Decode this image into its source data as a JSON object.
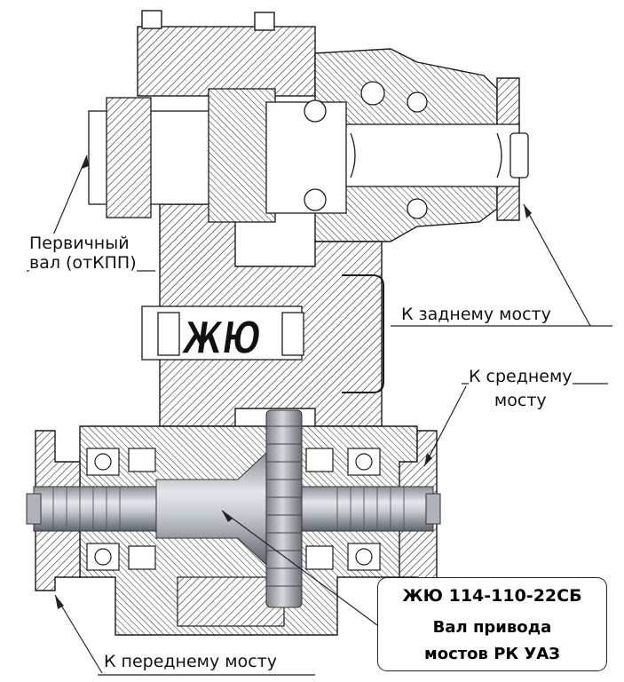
{
  "diagram": {
    "title": "Раздаточная коробка УАЗ — разрез",
    "logo_text": "ЖЮ"
  },
  "labels": {
    "input_shaft_line1": "Первичный",
    "input_shaft_line2": "вал (отКПП)",
    "rear_axle": "К заднему мосту",
    "middle_axle_line1": "К среднему",
    "middle_axle_line2": "мосту",
    "front_axle": "К переднему мосту"
  },
  "caption": {
    "part_code": "ЖЮ 114-110-22СБ",
    "title_line1": "Вал привода",
    "title_line2": "мостов РК УАЗ"
  },
  "colors": {
    "ink": "#1a1a1a",
    "hatch": "#333333",
    "shaft_light": "#d9dde2",
    "shaft_dark": "#6b7079",
    "background": "#ffffff"
  }
}
